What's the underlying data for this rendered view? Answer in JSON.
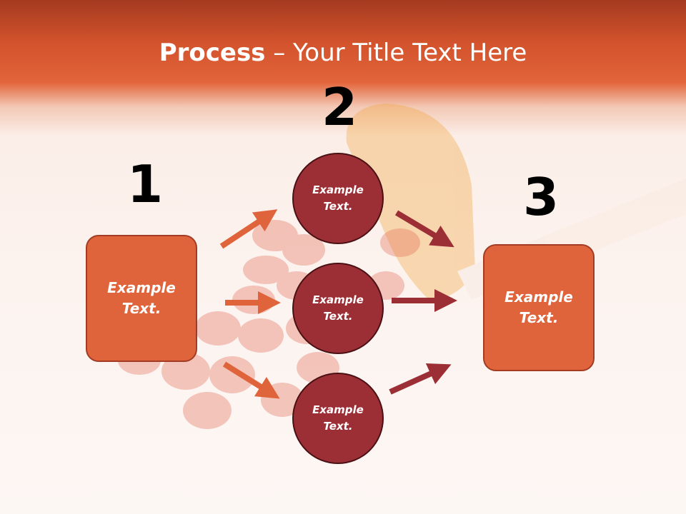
{
  "slide": {
    "title_bold": "Process",
    "title_rest": " – Your Title Text Here",
    "step_numbers": [
      "1",
      "2",
      "3"
    ],
    "left_box_text": "Example Text.",
    "right_box_text": "Example Text.",
    "circles": [
      "Example Text.",
      "Example Text.",
      "Example Text."
    ]
  },
  "colors": {
    "header": "#d2532c",
    "box_fill": "#e0643b",
    "circle_fill": "#9c2f35",
    "arrow_light": "#e0643b",
    "arrow_dark": "#9c2f35"
  }
}
